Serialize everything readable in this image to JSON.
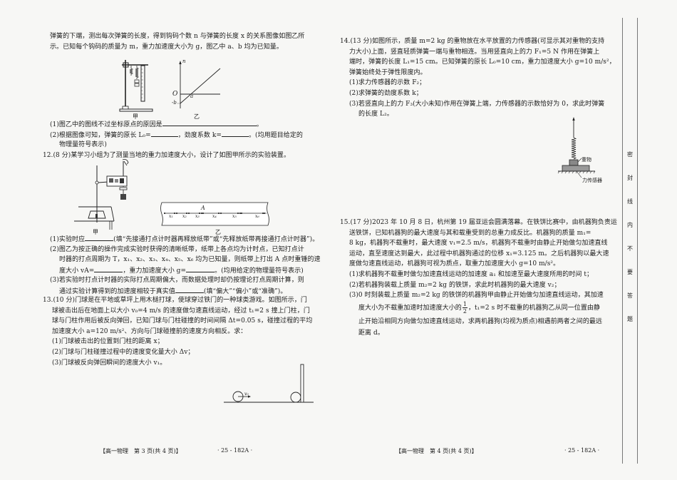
{
  "left_page": {
    "q11_continued": {
      "lines": [
        "弹簧的下端，测出每次弹簧的长度，得到钩码个数 n 与弹簧的长度 x 的关系图像如图乙所",
        "示。已知每个钩码的质量为 m，重力加速度大小为 g，图乙中 a、b 均为已知量。"
      ],
      "figure": {
        "label_jia": "甲",
        "label_yi": "乙",
        "axis_y": "n",
        "axis_origin": "O",
        "point_a": "a",
        "point_b": "-b"
      },
      "sub1_prefix": "(1)图乙中的图线不过坐标原点的原因是",
      "sub1_suffix": "。",
      "sub2_prefix": "(2)根据图像可知，弹簧的原长 L₀=",
      "sub2_mid": "，劲度系数 k=",
      "sub2_suffix": "。(均用题目给定的",
      "sub2_line2": "物理量符号表示)"
    },
    "q12": {
      "header": "12.(8 分)某学习小组为了测量当地的重力加速度大小，设计了如图甲所示的实验装置。",
      "figure": {
        "label_jia": "甲",
        "label_yi": "乙",
        "point_A": "A",
        "segments": [
          "x₁",
          "x₂",
          "x₃",
          "x₄",
          "x₅",
          "x₆"
        ]
      },
      "sub1_prefix": "(1)实验时应",
      "sub1_suffix": "(填“先接通打点计时器再释放纸带”或“先释放纸带再接通打点计时器”)。",
      "sub2_line1": "(2)图乙为按正确的操作完成实验时获得的清晰纸带，纸带上各点均为计时点，已知打点计",
      "sub2_line2": "时器的打点周期为 T，x₁、x₂、x₃、x₄、x₅、x₆ 均为已知量，则纸带上打出 A 点时重锤的速",
      "sub2_line3_prefix": "度大小 vA=",
      "sub2_line3_mid": "，重力加速度大小 g=",
      "sub2_line3_suffix": "。(均用给定的物理量符号表示)",
      "sub3_line1": "(3)若实验时打点计时器的实际打点周期偏大，而数据处理时却仍按理论打点周期计算，则",
      "sub3_line2_prefix": "通过实验计算得到的加速度相较于真实值",
      "sub3_line2_suffix": "(填“偏大”“偏小”或“准确”)。"
    },
    "q13": {
      "lines": [
        "13.(10 分)门球是在平地或草坪上用木槌打球，使球穿过铁门的一种球类游戏。如图所示，门",
        "球被击出后在地面上以大小 v₀=4 m/s 的速度做匀速直线运动，经过 t₁=2 s 撞上门柱，门",
        "球与门柱作用后被反向弹回，已知门球与门柱碰撞的时间间隔 Δt=0.05 s，碰撞过程的平均",
        "加速度大小 a=120 m/s²、方向与门球碰撞前的速度方向相反。求："
      ],
      "subs": [
        "(1)门球被击出的位置到门柱的距离 x；",
        "(2)门球与门柱碰撞过程中的速度变化量大小 Δv；",
        "(3)门球被反向弹回瞬间的速度大小 v₁。"
      ],
      "figure": {
        "velocity_label": "v₀"
      }
    },
    "footer": {
      "title": "【高一物理　第 3 页(共 4 页)】",
      "code": "· 25 - 182A ·"
    }
  },
  "right_page": {
    "q14": {
      "lines": [
        "14.(13 分)如图所示，质量 m=2 kg 的重物放在水平放置的力传感器(可显示其对重物的支持",
        "力大小)上面，竖直轻质弹簧一端与重物相连。当用竖直向上的力 F₁=5 N 作用在弹簧上",
        "端时，弹簧的长度 L₁=15 cm。已知弹簧的原长 L₀=10 cm，重力加速度大小 g=10 m/s²，",
        "弹簧始终处于弹性限度内。"
      ],
      "subs": [
        "(1)求力传感器的示数 F₂；",
        "(2)求弹簧的劲度系数 k；",
        "(3)若竖直向上的力 F₃(大小未知)作用在弹簧上端，力传感器的示数恰好为 0，求此时弹簧",
        "的长度 L₂。"
      ],
      "figure": {
        "weight_label": "重物",
        "sensor_label": "力传感器"
      }
    },
    "q15": {
      "lines": [
        "15.(17 分)2023 年 10 月 8 日，杭州第 19 届亚运会圆满落幕。在铁饼比赛中，由机器狗负责运",
        "送铁饼，已知机器狗的最大速度与其和载重受到的总重力成反比。机器狗的质量 m₁=",
        "8 kg，机器狗不载重时，最大速度 v₁=2.5 m/s，机器狗不载重时由静止开始做匀加速直线",
        "运动，直至速度达到最大，此过程中机器狗通过的位移 x₁=3.125 m。之后机器狗以最大速",
        "度做匀速直线运动，机器狗可视为质点，取重力加速度大小 g=10 m/s²。"
      ],
      "subs": [
        "(1)求机器狗不载重时做匀加速直线运动的加速度 a₁ 和加速至最大速度所用的时间 t；",
        "(2)若机器狗装载上质量 m₂=2 kg 的铁饼，求此时机器狗的最大速度 v₂；",
        "(3)0 时刻装载上质量 m₂=2 kg 的铁饼的机器狗甲由静止开始做匀加速直线运动，其加速"
      ],
      "sub3_line2_prefix": "度大小为不载重加速时加速度大小的",
      "sub3_frac_num": "1",
      "sub3_frac_den": "2",
      "sub3_line2_suffix": "，t₁=2 s 时不载重的机器狗乙从同一位置由静",
      "sub3_line3": "止开始沿相同方向做匀加速直线运动，求两机器狗(均视为质点)相遇前两者之间的最远",
      "sub3_line4": "距离 d。"
    },
    "footer": {
      "title": "【高一物理　第 4 页(共 4 页)】",
      "code": "· 25 - 182A ·"
    }
  },
  "binding_margin": {
    "seal_chars": [
      "密",
      "封",
      "线",
      "内",
      "不",
      "要",
      "答",
      "题"
    ]
  }
}
